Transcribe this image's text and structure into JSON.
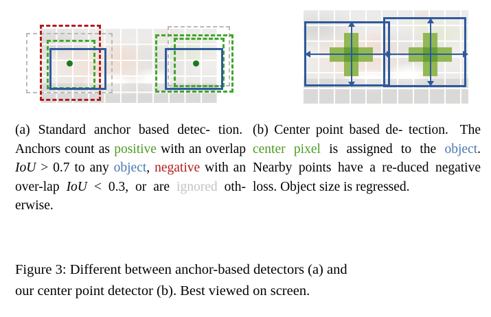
{
  "figure": {
    "panels": [
      {
        "id": "a",
        "label": "(a)",
        "description": "Standard anchor based detection illustration with two cats, showing dashed anchor boxes in gray, red and green plus a solid blue ground-truth box and a green center dot"
      },
      {
        "id": "b",
        "label": "(b)",
        "description": "Center point based detection illustration with two overlapping solid blue boxes, green cross-shaped center pixel regions and width/height arrows"
      }
    ]
  },
  "subcaption_a": {
    "segments": [
      {
        "text": "(a) Standard anchor based detec-",
        "style": "plain"
      },
      {
        "text": "tion.",
        "style": "plain"
      },
      {
        "text": "Anchors count as ",
        "style": "plain"
      },
      {
        "text": "positive",
        "style": "green"
      },
      {
        "text": "with an overlap ",
        "style": "plain"
      },
      {
        "text": "IoU",
        "style": "math"
      },
      {
        "text": ">",
        "style": "rel"
      },
      {
        "text": "0.7",
        "style": "plain"
      },
      {
        "text": "to",
        "style": "plain"
      },
      {
        "text": "any ",
        "style": "plain"
      },
      {
        "text": "object",
        "style": "blue"
      },
      {
        "text": ", ",
        "style": "plain"
      },
      {
        "text": "negative",
        "style": "red"
      },
      {
        "text": " with an over-",
        "style": "plain"
      },
      {
        "text": "lap ",
        "style": "plain"
      },
      {
        "text": "IoU",
        "style": "math"
      },
      {
        "text": "<",
        "style": "rel"
      },
      {
        "text": "0.3",
        "style": "plain"
      },
      {
        "text": ", or are ",
        "style": "plain"
      },
      {
        "text": "ignored",
        "style": "gray"
      },
      {
        "text": " oth-",
        "style": "plain"
      },
      {
        "text": "erwise.",
        "style": "plain"
      }
    ],
    "line1_a": "(a) Standard anchor based detec-",
    "line2_a": "tion.",
    "line2_b": "Anchors count as",
    "line2_positive": "positive",
    "line3_a": "with an overlap",
    "line3_iou": "IoU",
    "line3_gt": ">",
    "line3_val": "0.7",
    "line3_to": "to",
    "line4_any": "any",
    "line4_object": "object",
    "line4_comma": ",",
    "line4_negative": "negative",
    "line4_rest": "with an over-",
    "line5_lap": "lap",
    "line5_iou": "IoU",
    "line5_lt": "<",
    "line5_val": "0.3,",
    "line5_orare": "or are",
    "line5_ignored": "ignored",
    "line5_oth": "oth-",
    "line6": "erwise."
  },
  "subcaption_b": {
    "line1": "(b) Center point based de-",
    "line2_a": "tection.",
    "line2_b": "The",
    "line2_center": "center pixel",
    "line3_a": "is assigned to the",
    "line3_object": "object",
    "line3_period": ".",
    "line4": "Nearby points have a re-",
    "line5": "duced negative loss. Object",
    "line6": "size is regressed."
  },
  "caption": {
    "line1": "Figure 3: Different between anchor-based detectors (a) and",
    "line2": "our center point detector (b). Best viewed on screen."
  },
  "colors": {
    "positive_green": "#4e9b22",
    "object_blue": "#4a77b4",
    "negative_red": "#b01c1c",
    "ignored_gray": "#c3c3c3",
    "box_blue": "#2d5a9c",
    "box_green": "#3fa62b",
    "box_red": "#b01c1c",
    "box_gray": "#b9b9b9",
    "center_dot_green": "#1a7a1a",
    "cross_green": "#8cb44b",
    "cross_core_green": "#5f9c2a"
  }
}
